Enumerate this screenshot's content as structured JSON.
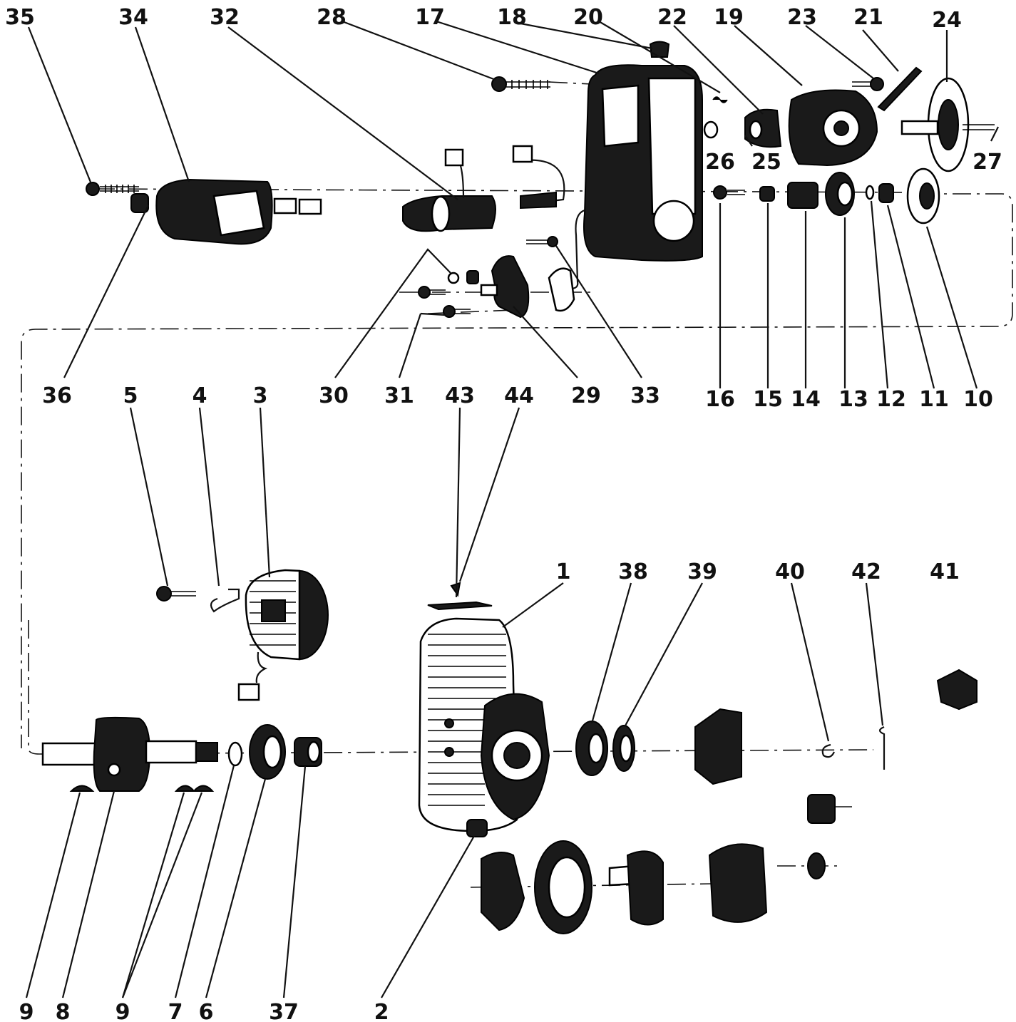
{
  "diagram": {
    "callouts": {
      "c35": "35",
      "c34": "34",
      "c32": "32",
      "c28": "28",
      "c17": "17",
      "c18": "18",
      "c20": "20",
      "c22": "22",
      "c19": "19",
      "c23": "23",
      "c21": "21",
      "c24": "24",
      "c26": "26",
      "c25": "25",
      "c27": "27",
      "c36": "36",
      "c30": "30",
      "c31": "31",
      "c29": "29",
      "c33": "33",
      "c16": "16",
      "c15": "15",
      "c14": "14",
      "c13": "13",
      "c12": "12",
      "c11": "11",
      "c10": "10",
      "c5": "5",
      "c4": "4",
      "c3": "3",
      "c43": "43",
      "c44": "44",
      "c1": "1",
      "c38": "38",
      "c39": "39",
      "c40": "40",
      "c42": "42",
      "c41": "41",
      "c9a": "9",
      "c8": "8",
      "c9b": "9",
      "c7": "7",
      "c6": "6",
      "c37": "37",
      "c2": "2"
    }
  }
}
